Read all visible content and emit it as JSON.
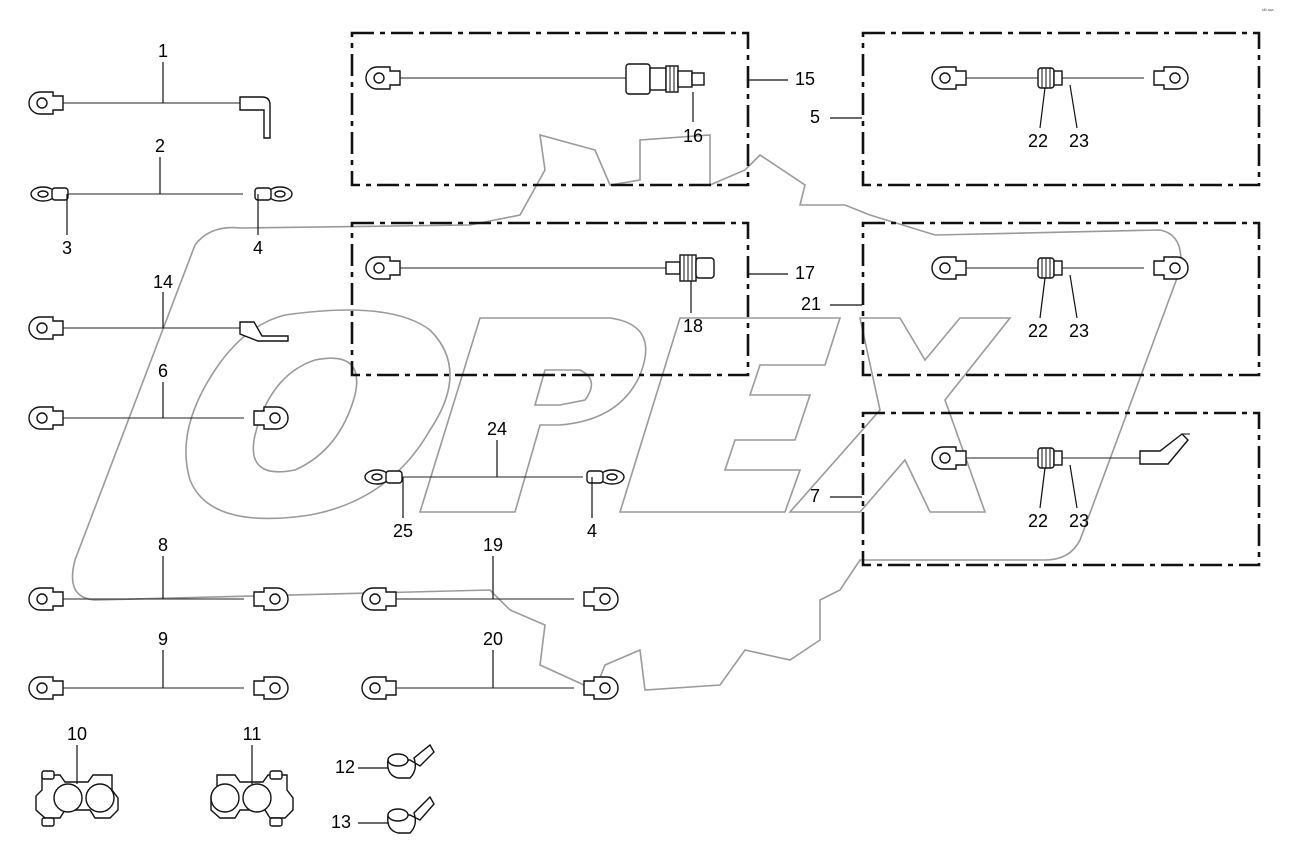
{
  "watermark": {
    "logo_text": "OPEX"
  },
  "page_corner_text": "ᵉᴹ ᵃᵃᵃ",
  "callouts": {
    "c1": "1",
    "c2": "2",
    "c3": "3",
    "c4a": "4",
    "c4b": "4",
    "c5": "5",
    "c6": "6",
    "c7": "7",
    "c8": "8",
    "c9": "9",
    "c10": "10",
    "c11": "11",
    "c12": "12",
    "c13": "13",
    "c14": "14",
    "c15": "15",
    "c16": "16",
    "c17": "17",
    "c18": "18",
    "c19": "19",
    "c20": "20",
    "c21": "21",
    "c22a": "22",
    "c22b": "22",
    "c22c": "22",
    "c23a": "23",
    "c23b": "23",
    "c23c": "23",
    "c24": "24",
    "c25": "25"
  },
  "colors": {
    "line": "#111111",
    "watermark": "#9a9a9a",
    "background": "#ffffff"
  }
}
